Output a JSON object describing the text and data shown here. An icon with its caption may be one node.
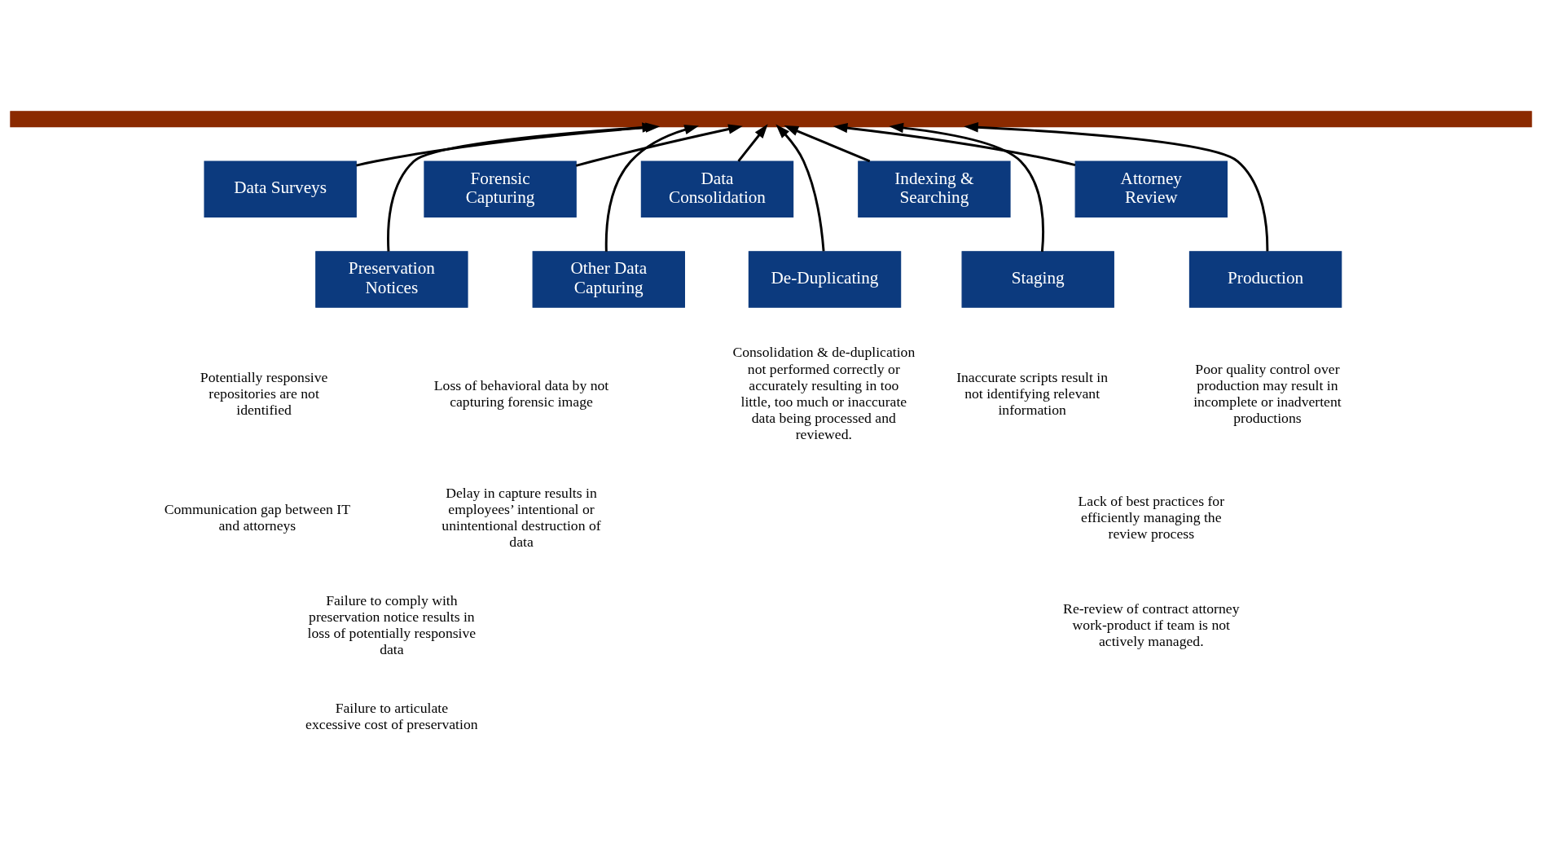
{
  "diagram": {
    "nodes": [
      {
        "text": [],
        "shape": "bar"
      },
      {
        "text": [
          "Data Surveys"
        ]
      },
      {
        "text": [
          "Preservation Notices"
        ]
      },
      {
        "text": [
          "Forensic Capturing"
        ]
      },
      {
        "text": [
          "Other Data Capturing"
        ]
      },
      {
        "text": [
          "Data Consolidation"
        ]
      },
      {
        "text": [
          "De-Duplicating"
        ]
      },
      {
        "text": [
          "Indexing & Searching"
        ]
      },
      {
        "text": [
          "Staging"
        ]
      },
      {
        "text": [
          "Attorney Review"
        ]
      },
      {
        "text": [
          "Production"
        ]
      }
    ],
    "edges": [
      {
        "from": 1,
        "to": 0,
        "arrow": "to"
      },
      {
        "from": 2,
        "to": 0,
        "arrow": "to"
      },
      {
        "from": 3,
        "to": 0,
        "arrow": "to"
      },
      {
        "from": 4,
        "to": 0,
        "arrow": "to"
      },
      {
        "from": 5,
        "to": 0,
        "arrow": "to"
      },
      {
        "from": 6,
        "to": 0,
        "arrow": "to"
      },
      {
        "from": 7,
        "to": 0,
        "arrow": "to"
      },
      {
        "from": 8,
        "to": 0,
        "arrow": "to"
      },
      {
        "from": 9,
        "to": 0,
        "arrow": "to"
      },
      {
        "from": 10,
        "to": 0,
        "arrow": "to"
      }
    ],
    "labels": [
      "Potentially responsive repositories are not identified",
      "Communication gap between IT and attorneys",
      "Loss of behavioral data by not capturing forensic image",
      "Delay in capture results in employees’ intentional or unintentional destruction of data",
      "Consolidation & de-duplication not performed correctly or accurately resulting in too little, too much or inaccurate data being processed and reviewed.",
      "Inaccurate scripts result in not identifying relevant information",
      "Poor quality control over production may result in incomplete or inadvertent productions",
      "Lack of best practices for efficiently managing the review process",
      "Re-review of contract attorney work-product if team is not actively managed.",
      "Failure to comply with preservation notice results in loss of potentially responsive data",
      "Failure to articulate excessive cost of preservation"
    ]
  }
}
